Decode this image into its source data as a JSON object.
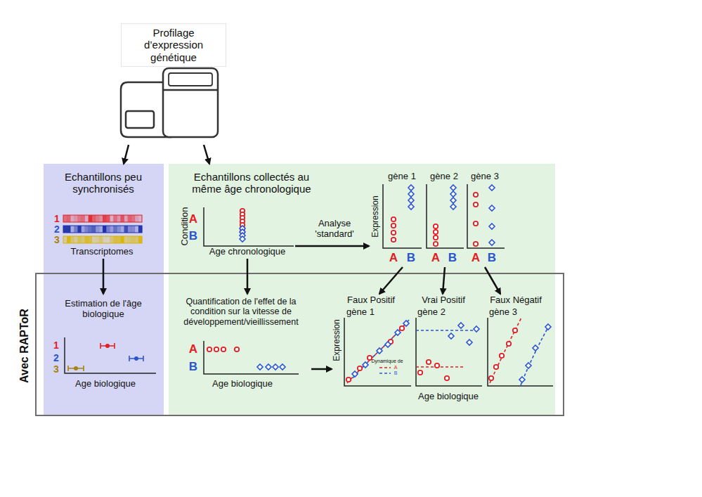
{
  "diagram": {
    "nodes": [
      {
        "text": [
          "Profilage d’expression génétique"
        ]
      },
      {
        "text": [
          "Echantillons peu synchronisés"
        ]
      },
      {
        "text": [
          "Transcriptomes"
        ],
        "in": 1
      },
      {
        "text": [
          "Echantillons collectés au même âge chronologique"
        ]
      },
      {
        "text": [
          "Condition",
          "Age chronologique"
        ],
        "in": 3
      },
      {
        "text": [
          "gène 1"
        ],
        "in": 3
      },
      {
        "text": [
          "gène 2"
        ],
        "in": 3
      },
      {
        "text": [
          "gène 3"
        ],
        "in": 3
      },
      {
        "text": [
          "Avec RAPToR"
        ]
      },
      {
        "text": [
          "Estimation de l'âge biologique",
          "Age biologique"
        ],
        "in": 1
      },
      {
        "text": [
          "Quantification de l'effet de la condition sur la vitesse de développement/vieillissement",
          "Age biologique"
        ],
        "in": 3
      },
      {
        "text": [
          "Faux Positif",
          "gène 1"
        ],
        "in": 3
      },
      {
        "text": [
          "Vrai Positif",
          "gène 2"
        ],
        "in": 3
      },
      {
        "text": [
          "Faux Négatif",
          "gène 3"
        ],
        "in": 3
      }
    ],
    "edges": [
      {
        "from": 0,
        "to": 1,
        "arrow": "to"
      },
      {
        "from": 0,
        "to": 3,
        "arrow": "to"
      },
      {
        "from": 2,
        "to": 9,
        "arrow": "to"
      },
      {
        "from": 4,
        "to": 10,
        "arrow": "to"
      },
      {
        "from": 4,
        "to": 5,
        "label": "Analyse 'standard'",
        "arrow": "to"
      },
      {
        "from": 5,
        "to": 11,
        "arrow": "to"
      },
      {
        "from": 6,
        "to": 12,
        "arrow": "to"
      },
      {
        "from": 7,
        "to": 13,
        "arrow": "to"
      },
      {
        "from": 10,
        "to": 11,
        "arrow": "to"
      }
    ],
    "labels": [
      "1",
      "2",
      "3",
      "A",
      "B",
      "Expression",
      "A",
      "B",
      "A",
      "B",
      "A",
      "B",
      "1",
      "2",
      "3",
      "A",
      "B",
      "Expression",
      "Dynamique de",
      "Age biologique"
    ],
    "legend": [
      {
        "text": "A"
      },
      {
        "text": "B"
      }
    ]
  }
}
